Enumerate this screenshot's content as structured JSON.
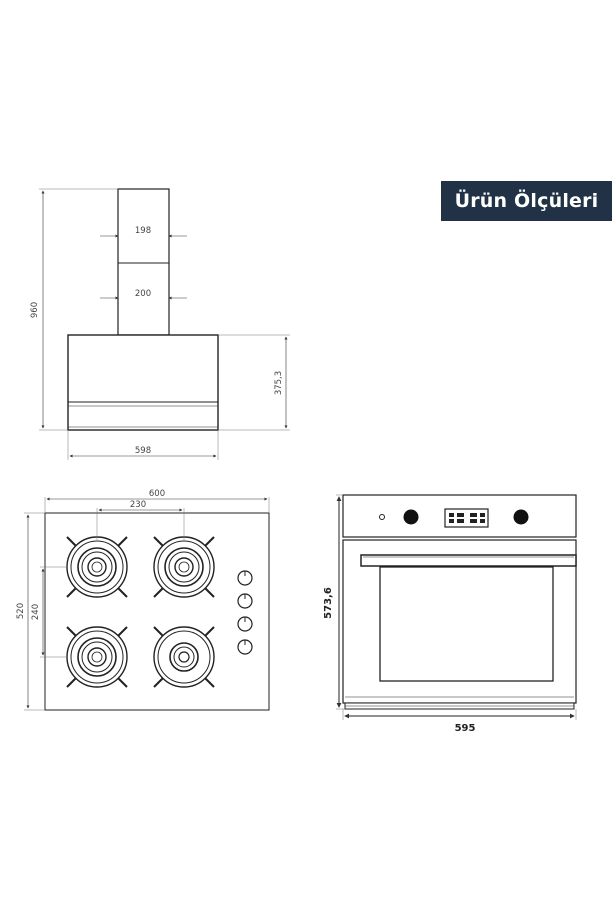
{
  "badge": {
    "title": "Ürün Ölçüleri"
  },
  "hood": {
    "height_total": "960",
    "chimney_width_top": "198",
    "chimney_width_bottom": "200",
    "canopy_height": "375,3",
    "width": "598"
  },
  "hob": {
    "width": "600",
    "burner_spacing_h": "230",
    "depth": "520",
    "burner_spacing_v": "240"
  },
  "oven": {
    "height": "573,6",
    "width": "595"
  }
}
